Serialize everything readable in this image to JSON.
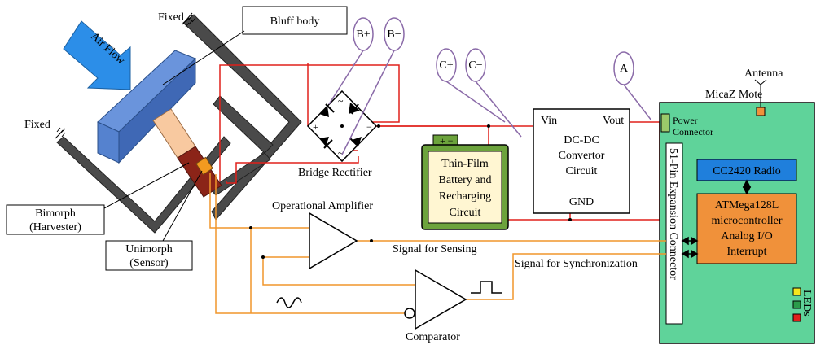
{
  "labels": {
    "fixed_top": "Fixed",
    "fixed_left": "Fixed",
    "bluff_body": "Bluff body",
    "air_flow": "Air Flow",
    "bimorph_1": "Bimorph",
    "bimorph_2": "(Harvester)",
    "unimorph_1": "Unimorph",
    "unimorph_2": "(Sensor)",
    "bridge_rectifier": "Bridge Rectifier",
    "b_plus": "B+",
    "b_minus": "B−",
    "c_plus": "C+",
    "c_minus": "C−",
    "a": "A",
    "battery_1": "Thin-Film",
    "battery_2": "Battery and",
    "battery_3": "Recharging",
    "battery_4": "Circuit",
    "battery_terminals": "+  −",
    "dcdc_vin": "Vin",
    "dcdc_vout": "Vout",
    "dcdc_1": "DC-DC",
    "dcdc_2": "Convertor",
    "dcdc_3": "Circuit",
    "dcdc_gnd": "GND",
    "micaz": "MicaZ Mote",
    "antenna": "Antenna",
    "power_connector_1": "Power",
    "power_connector_2": "Connector",
    "expansion_connector": "51-Pin Expansion Connector",
    "radio": "CC2420 Radio",
    "mcu_1": "ATMega128L",
    "mcu_2": "microcontroller",
    "mcu_3": "Analog I/O",
    "mcu_4": "Interrupt",
    "leds": "LEDs",
    "op_amp": "Operational Amplifier",
    "comparator": "Comparator",
    "signal_sensing": "Signal for Sensing",
    "signal_sync": "Signal for Synchronization"
  },
  "colors": {
    "red_wire": "#e0201b",
    "orange_wire": "#f0962b",
    "mote_green": "#5fd39a",
    "radio_blue": "#1f7fdc",
    "mcu_orange": "#f0913a",
    "battery_green": "#6ca33c",
    "air_blue": "#2c8ee8",
    "bluff_blue": "#4a78c8",
    "frame_gray": "#4a4a4a",
    "purple": "#8a6aa8"
  }
}
